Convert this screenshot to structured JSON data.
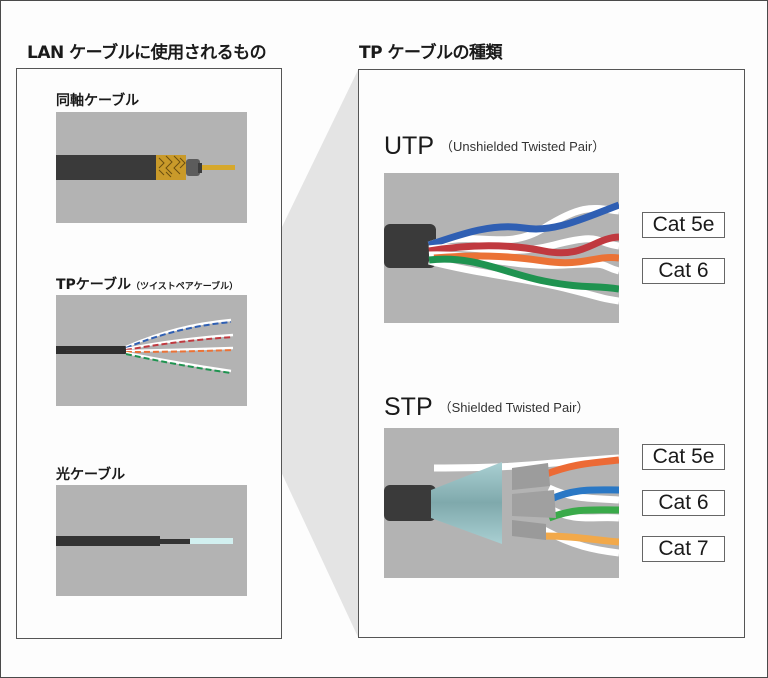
{
  "left_section": {
    "heading": "LAN ケーブルに使用されるもの",
    "items": [
      {
        "label": "同軸ケーブル",
        "note": "",
        "icon": "coaxial-cable"
      },
      {
        "label": "TPケーブル",
        "note": "（ツイストペアケーブル）",
        "icon": "twisted-pair-cable"
      },
      {
        "label": "光ケーブル",
        "note": "",
        "icon": "optical-fiber-cable"
      }
    ]
  },
  "right_section": {
    "heading": "TP ケーブルの種類",
    "types": [
      {
        "name": "UTP",
        "full_name": "（Unshielded Twisted Pair）",
        "categories": [
          "Cat 5e",
          "Cat 6"
        ]
      },
      {
        "name": "STP",
        "full_name": "（Shielded Twisted Pair）",
        "categories": [
          "Cat 5e",
          "Cat 6",
          "Cat 7"
        ]
      }
    ]
  },
  "colors": {
    "pair_blue": "#2f5fb3",
    "pair_red": "#c0393f",
    "pair_orange": "#eb7236",
    "pair_green": "#1f9350",
    "stp_orange": "#ec6a35",
    "stp_blue": "#2a78c5",
    "stp_green": "#3aaa4a",
    "stp_yellow": "#f2a94a",
    "jacket": "#3a3a3a",
    "copper_braid": "#c99a2a",
    "fiber_core": "#d2f0f0",
    "shield_foil": "#8fb8bb",
    "image_bg": "#b3b3b3",
    "zoom_wedge": "#e4e4e4"
  }
}
